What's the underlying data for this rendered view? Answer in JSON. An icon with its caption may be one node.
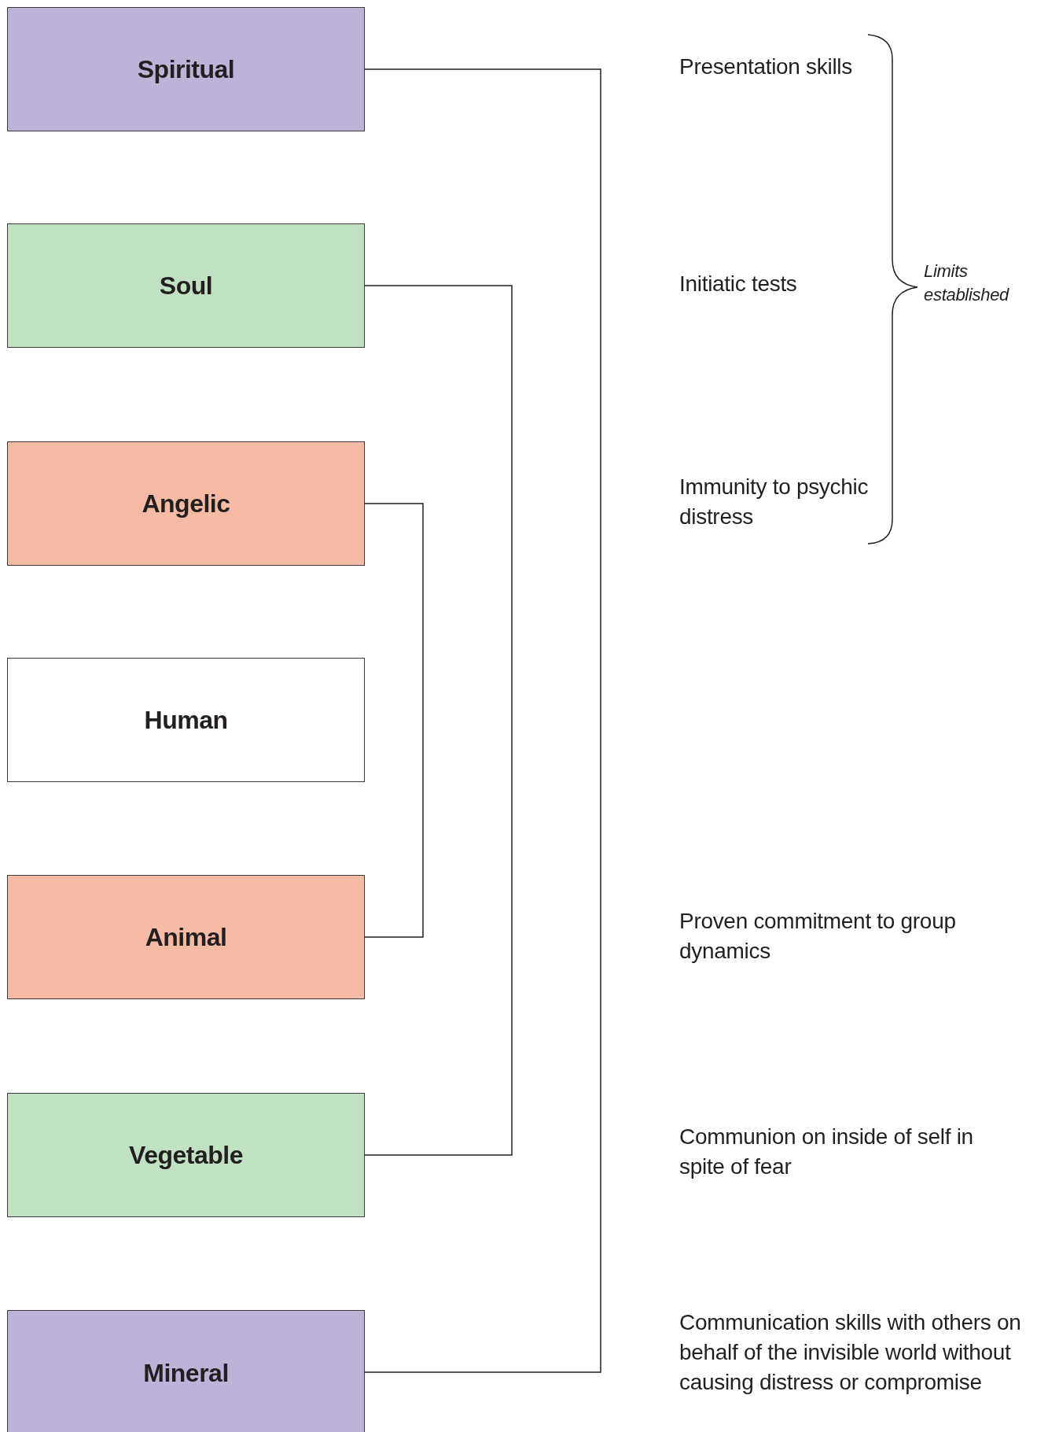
{
  "diagram": {
    "nodes": [
      {
        "text": [
          "Spiritual"
        ]
      },
      {
        "text": [
          "Soul"
        ]
      },
      {
        "text": [
          "Angelic"
        ]
      },
      {
        "text": [
          "Human"
        ]
      },
      {
        "text": [
          "Animal"
        ]
      },
      {
        "text": [
          "Vegetable"
        ]
      },
      {
        "text": [
          "Mineral"
        ]
      }
    ],
    "edges": [
      {
        "from": 0,
        "to": 6,
        "arrow": "none"
      },
      {
        "from": 1,
        "to": 5,
        "arrow": "none"
      },
      {
        "from": 2,
        "to": 4,
        "arrow": "none"
      }
    ],
    "labels": [
      "Presentation skills",
      "Limits established",
      "Initiatic tests",
      "Immunity to psychic distress",
      "Proven commitment to group dynamics",
      "Communion on inside of self in spite of fear",
      "Communication skills with others on behalf of the invisible world without causing distress or compromise"
    ]
  }
}
